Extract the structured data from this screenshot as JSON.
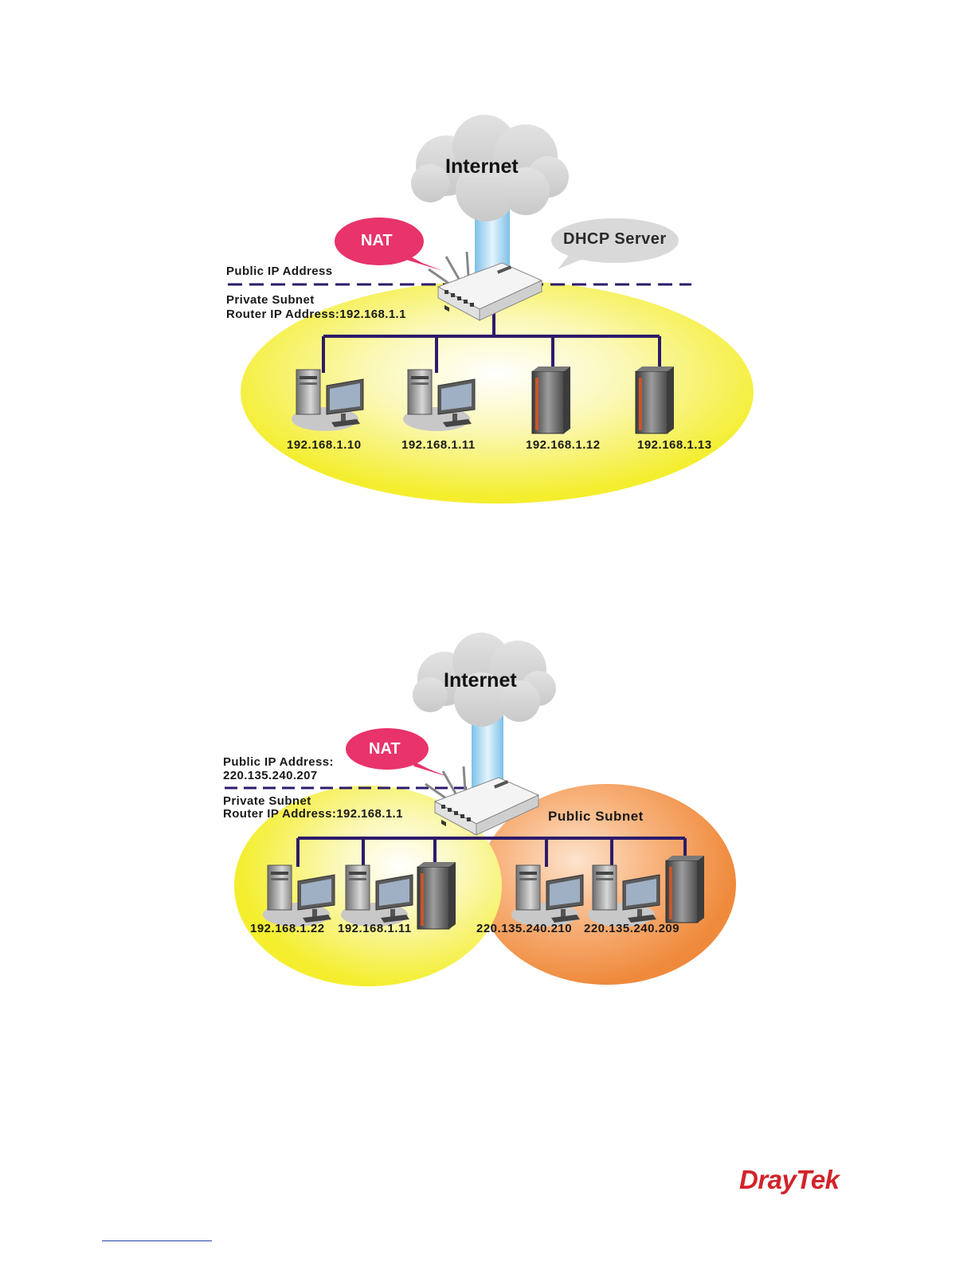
{
  "diagram1": {
    "cloud_label": "Internet",
    "nat_label": "NAT",
    "dhcp_label": "DHCP Server",
    "public_ip_label": "Public IP Address",
    "private_subnet_label": "Private Subnet",
    "router_ip_label": "Router IP Address:192.168.1.1",
    "hosts": [
      {
        "ip": "192.168.1.10",
        "device": "pc"
      },
      {
        "ip": "192.168.1.11",
        "device": "pc"
      },
      {
        "ip": "192.168.1.12",
        "device": "server"
      },
      {
        "ip": "192.168.1.13",
        "device": "server"
      }
    ]
  },
  "diagram2": {
    "cloud_label": "Internet",
    "nat_label": "NAT",
    "public_ip_label": "Public IP Address:",
    "public_ip_value": "220.135.240.207",
    "private_subnet_label": "Private Subnet",
    "router_ip_label": "Router IP Address:192.168.1.1",
    "public_subnet_label": "Public Subnet",
    "private_hosts": [
      {
        "ip": "192.168.1.22",
        "device": "pc"
      },
      {
        "ip": "192.168.1.11",
        "device": "pc"
      },
      {
        "ip": "",
        "device": "server"
      }
    ],
    "public_hosts": [
      {
        "ip": "220.135.240.210",
        "device": "pc"
      },
      {
        "ip": "220.135.240.209",
        "device": "pc"
      },
      {
        "ip": "",
        "device": "server"
      }
    ]
  },
  "brand": {
    "logo_text": "DrayTek",
    "logo_color": "#d2232a"
  },
  "colors": {
    "private_zone": "#f5ef3a",
    "public_zone": "#f2954a",
    "nat_bubble": "#e8336b",
    "dhcp_bubble": "#d9d9d9",
    "network_line": "#2d1b6b"
  }
}
